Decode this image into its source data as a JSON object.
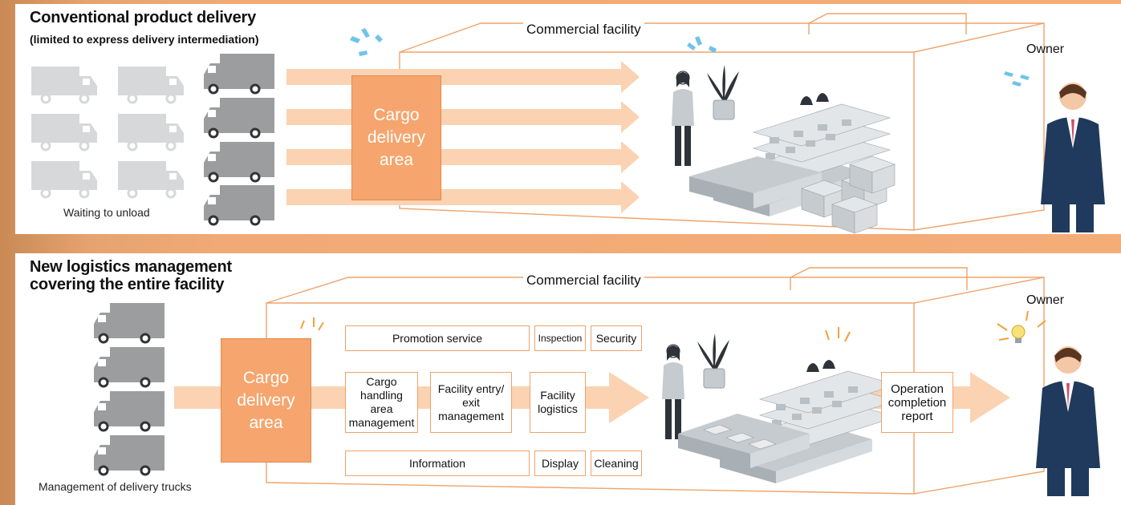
{
  "top": {
    "title": "Conventional product delivery",
    "subtitle": "(limited to express delivery intermediation)",
    "waiting_label": "Waiting to unload",
    "cargo_label": "Cargo delivery area",
    "facility_label": "Commercial facility",
    "owner_label": "Owner"
  },
  "bottom": {
    "title_line1": "New logistics management",
    "title_line2": "covering the entire facility",
    "trucks_label": "Management of delivery trucks",
    "cargo_label": "Cargo delivery area",
    "facility_label": "Commercial facility",
    "owner_label": "Owner",
    "services": {
      "promotion": "Promotion service",
      "inspection": "Inspection",
      "security": "Security",
      "cargo_handling": "Cargo handling area management",
      "entry_exit": "Facility entry/ exit management",
      "facility_logistics": "Facility logistics",
      "information": "Information",
      "display": "Display",
      "cleaning": "Cleaning"
    },
    "report_label": "Operation completion report"
  },
  "colors": {
    "accent": "#f5a56d",
    "navy": "#1f3a5c",
    "truck_gray": "#d6d8da",
    "truck_dark": "#9b9d9f"
  }
}
